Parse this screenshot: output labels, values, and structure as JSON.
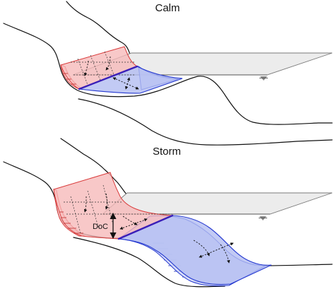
{
  "panels": {
    "calm": {
      "title": "Calm"
    },
    "storm": {
      "title": "Storm",
      "depth_label": "DoC"
    }
  }
}
